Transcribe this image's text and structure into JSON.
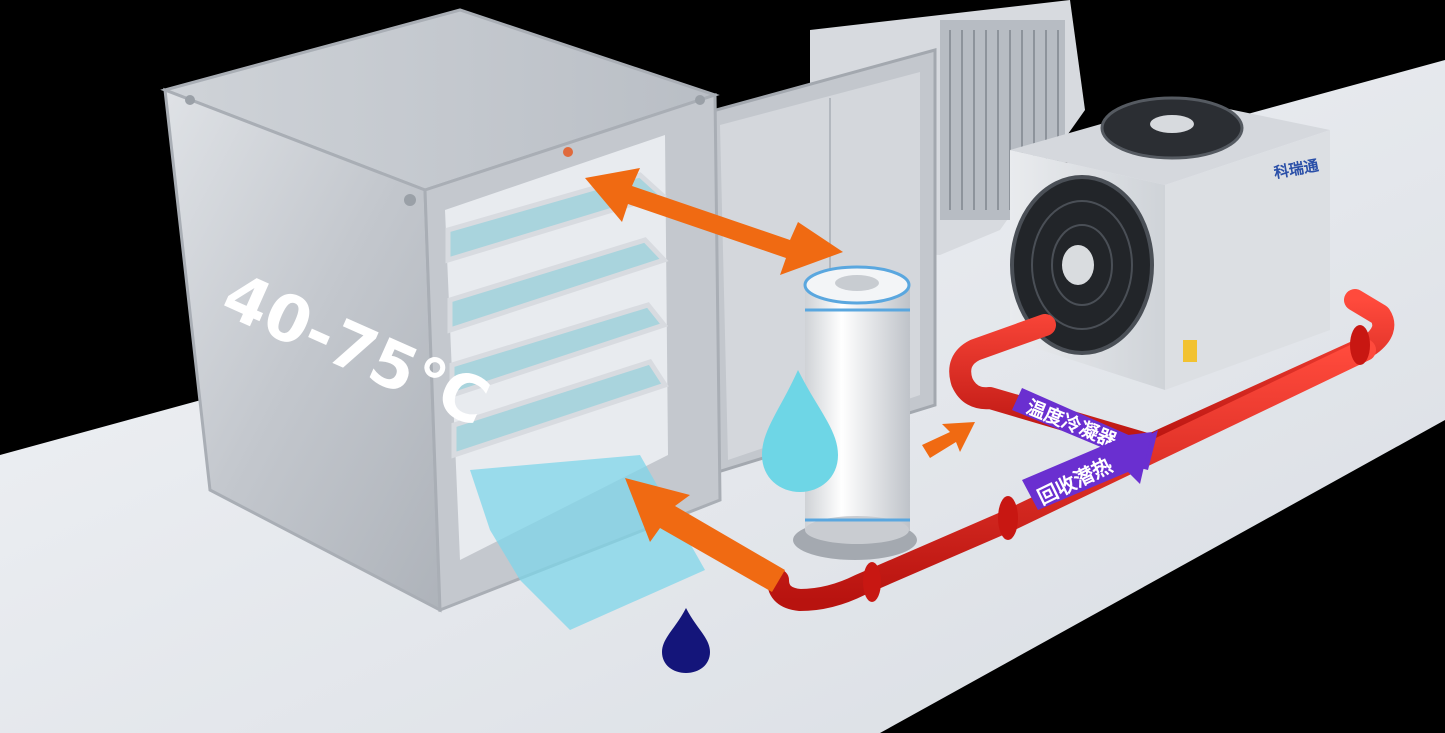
{
  "dryer": {
    "temperature_label": "40-75℃"
  },
  "pipe_labels": {
    "upper": "温度冷凝器",
    "lower": "回收潜热"
  },
  "heat_pump": {
    "brand_text": "科瑞通"
  },
  "colors": {
    "background": "#000000",
    "platform": "#e6e9ee",
    "metal": "#c9ccd2",
    "metal_dark": "#9ea3aa",
    "arrow_orange": "#f06a12",
    "pipe_red": "#e8201e",
    "label_purple": "#6a2fd0",
    "water_light": "#6ed6e6",
    "water_dark": "#14157a",
    "brand_blue": "#2a4fa8"
  },
  "icons": {
    "airflow_arrows": "orange-arrow-icon",
    "water_drop_light": "water-drop-icon",
    "water_drop_dark": "water-drop-icon"
  }
}
